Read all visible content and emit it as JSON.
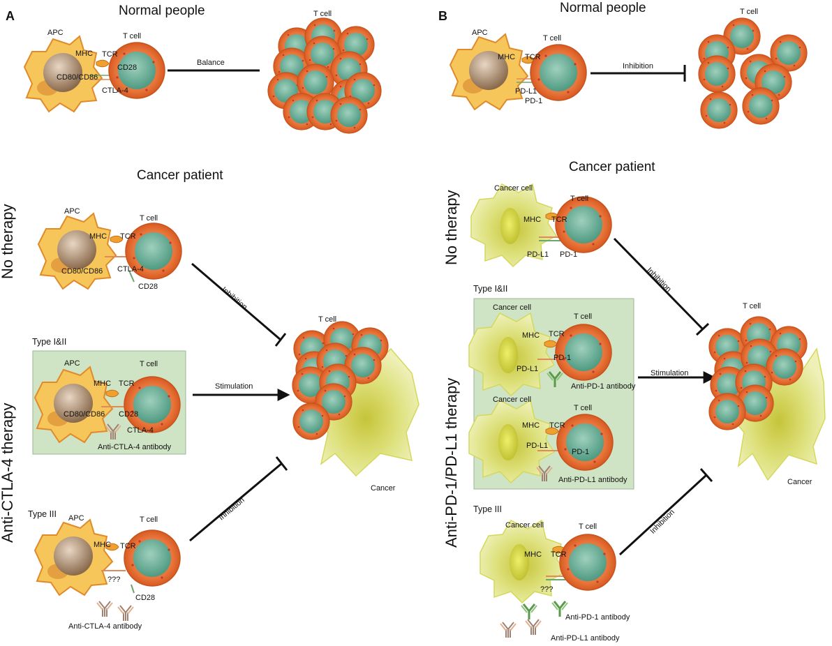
{
  "panels": {
    "a": {
      "label": "A",
      "normal_title": "Normal people",
      "cancer_title": "Cancer patient",
      "top": {
        "apc": "APC",
        "mhc": "MHC",
        "tcr": "TCR",
        "cd80": "CD80/CD86",
        "cd28": "CD28",
        "ctla4": "CTLA-4",
        "tcell": "T cell",
        "arrow": "Balance",
        "cluster_tcell": "T cell"
      },
      "no_therapy": {
        "side": "No therapy",
        "apc": "APC",
        "mhc": "MHC",
        "tcr": "TCR",
        "cd80": "CD80/CD86",
        "ctla4": "CTLA-4",
        "cd28": "CD28",
        "tcell": "T cell",
        "arrow": "Inhibition"
      },
      "therapy_side": "Anti-CTLA-4 therapy",
      "type12": {
        "title": "Type I&II",
        "apc": "APC",
        "mhc": "MHC",
        "tcr": "TCR",
        "cd80": "CD80/CD86",
        "cd28": "CD28",
        "ctla4": "CTLA-4",
        "tcell": "T cell",
        "antibody": "Anti-CTLA-4 antibody",
        "arrow": "Stimulation"
      },
      "type3": {
        "title": "Type III",
        "apc": "APC",
        "mhc": "MHC",
        "tcr": "TCR",
        "unknown": "???",
        "cd28": "CD28",
        "tcell": "T cell",
        "antibody": "Anti-CTLA-4 antibody",
        "arrow": "Inhibition"
      },
      "result": {
        "tcell": "T cell",
        "cancer": "Cancer"
      }
    },
    "b": {
      "label": "B",
      "normal_title": "Normal people",
      "cancer_title": "Cancer patient",
      "top": {
        "apc": "APC",
        "mhc": "MHC",
        "tcr": "TCR",
        "pdl1": "PD-L1",
        "pd1": "PD-1",
        "tcell": "T cell",
        "arrow": "Inhibition",
        "cluster_tcell": "T cell"
      },
      "no_therapy": {
        "side": "No therapy",
        "cancer_cell": "Cancer cell",
        "mhc": "MHC",
        "tcr": "TCR",
        "pdl1": "PD-L1",
        "pd1": "PD-1",
        "tcell": "T cell",
        "arrow": "Inhibition"
      },
      "therapy_side": "Anti-PD-1/PD-L1 therapy",
      "type12": {
        "title": "Type I&II",
        "row1": {
          "cancer_cell": "Cancer cell",
          "mhc": "MHC",
          "tcr": "TCR",
          "pdl1": "PD-L1",
          "pd1": "PD-1",
          "tcell": "T cell",
          "antibody": "Anti-PD-1 antibody"
        },
        "row2": {
          "cancer_cell": "Cancer cell",
          "mhc": "MHC",
          "tcr": "TCR",
          "pdl1": "PD-L1",
          "pd1": "PD-1",
          "tcell": "T cell",
          "antibody": "Anti-PD-L1 antibody"
        },
        "arrow": "Stimulation"
      },
      "type3": {
        "title": "Type III",
        "cancer_cell": "Cancer cell",
        "mhc": "MHC",
        "tcr": "TCR",
        "unknown": "???",
        "tcell": "T cell",
        "antibody1": "Anti-PD-1 antibody",
        "antibody2": "Anti-PD-L1 antibody",
        "arrow": "Inhibition"
      },
      "result": {
        "tcell": "T cell",
        "cancer": "Cancer"
      }
    }
  },
  "colors": {
    "tcell_outer": "#e8743a",
    "tcell_inner": "#5fa890",
    "apc": "#f6c65a",
    "nucleus": "#9a7a5c",
    "cancer": "#e8ec9a",
    "box": "#cfe4c4"
  }
}
